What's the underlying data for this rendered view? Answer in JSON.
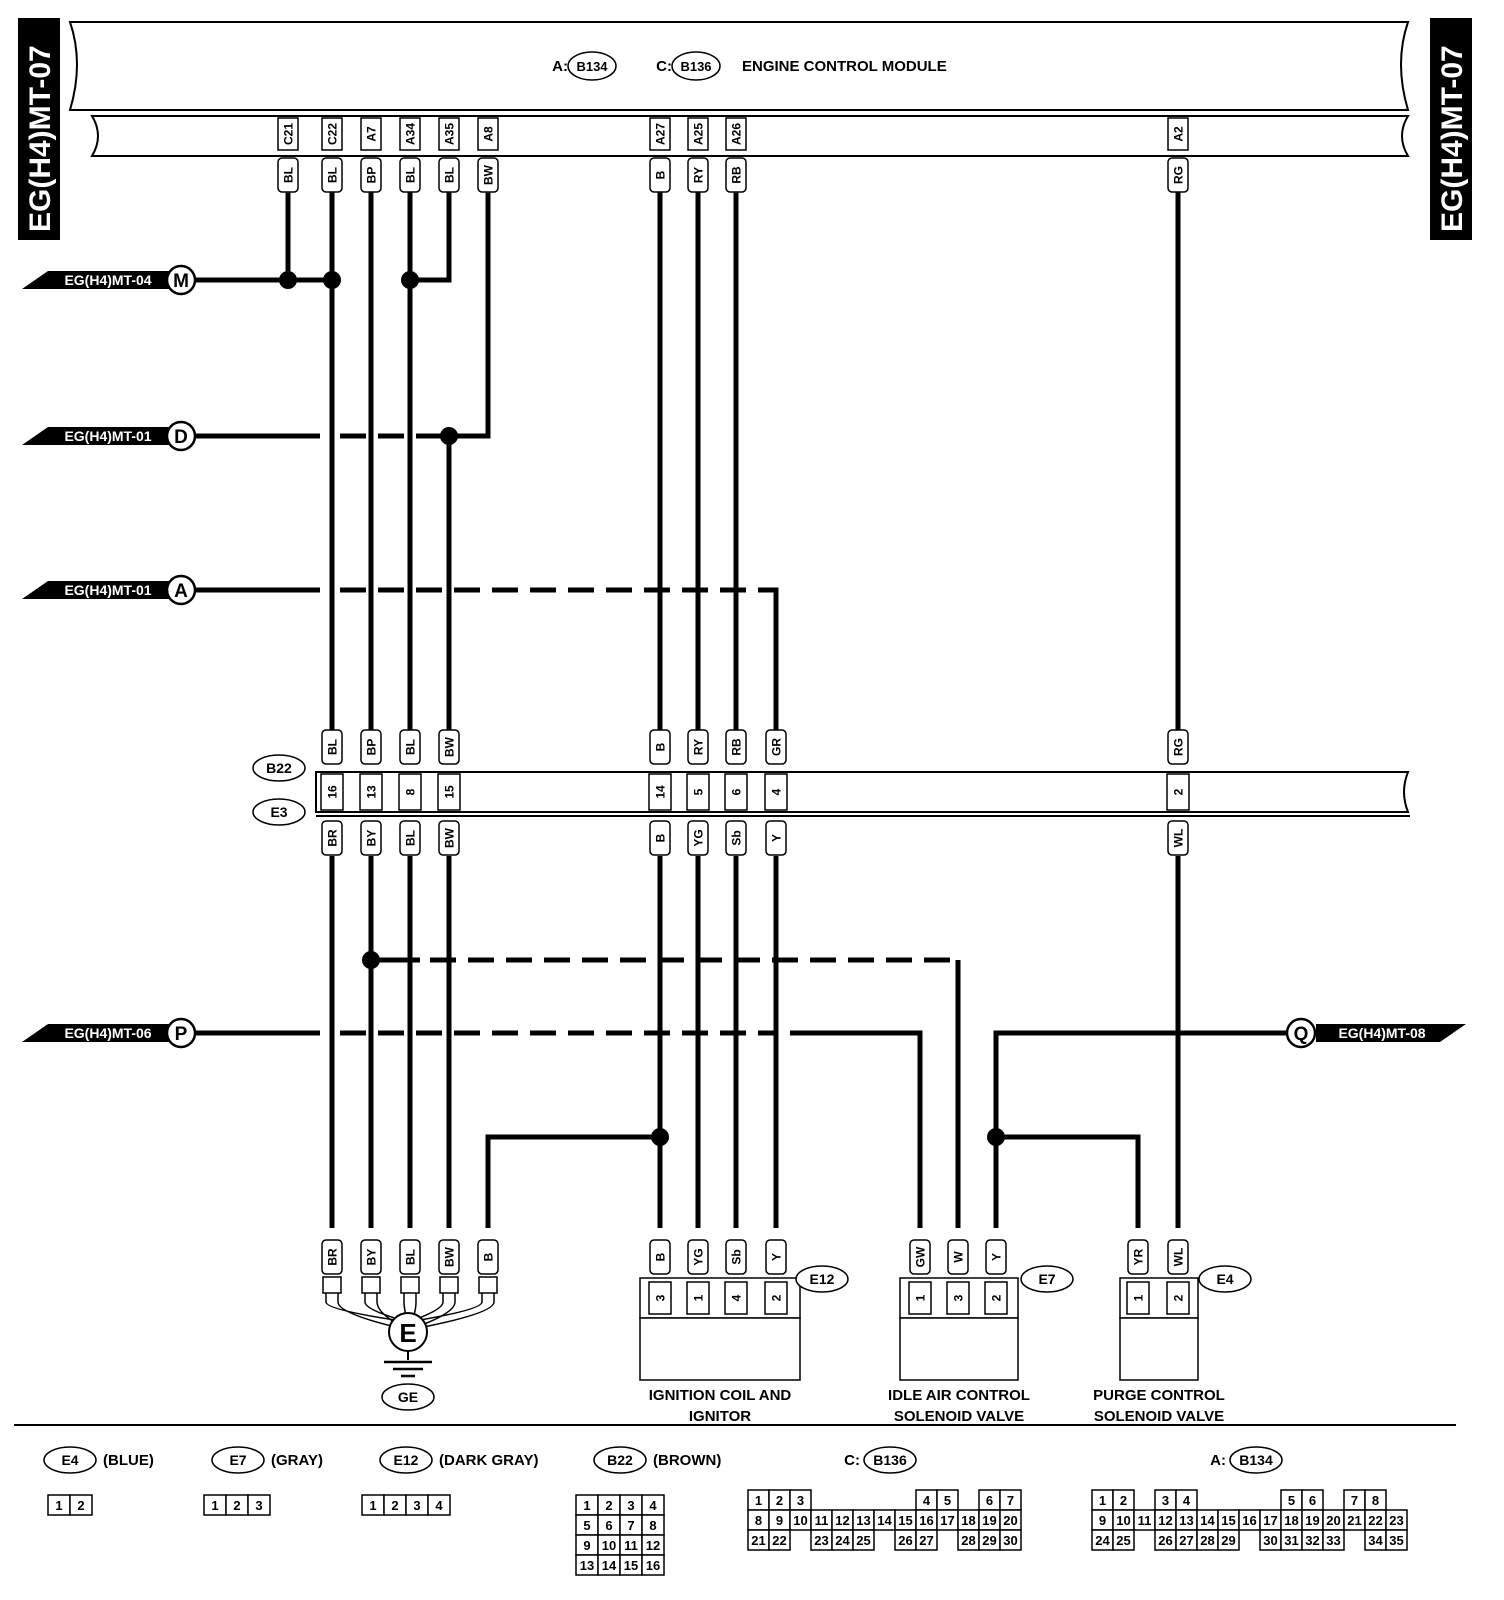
{
  "page_code": "EG(H4)MT-07",
  "ecm": {
    "prefix_a": "A:",
    "conn_a": "B134",
    "prefix_c": "C:",
    "conn_c": "B136",
    "title": "ENGINE CONTROL MODULE"
  },
  "ecm_pins": [
    {
      "pin": "C21",
      "wire": "BL"
    },
    {
      "pin": "C22",
      "wire": "BL"
    },
    {
      "pin": "A7",
      "wire": "BP"
    },
    {
      "pin": "A34",
      "wire": "BL"
    },
    {
      "pin": "A35",
      "wire": "BL"
    },
    {
      "pin": "A8",
      "wire": "BW"
    },
    {
      "pin": "A27",
      "wire": "B"
    },
    {
      "pin": "A25",
      "wire": "RY"
    },
    {
      "pin": "A26",
      "wire": "RB"
    },
    {
      "pin": "A2",
      "wire": "RG"
    }
  ],
  "refs": [
    {
      "code": "EG(H4)MT-04",
      "letter": "M"
    },
    {
      "code": "EG(H4)MT-01",
      "letter": "D"
    },
    {
      "code": "EG(H4)MT-01",
      "letter": "A"
    },
    {
      "code": "EG(H4)MT-06",
      "letter": "P"
    },
    {
      "code": "EG(H4)MT-08",
      "letter": "Q"
    }
  ],
  "junction": {
    "upper": "B22",
    "lower": "E3",
    "pins": [
      {
        "top": "BL",
        "pin": "16",
        "bottom": "BR"
      },
      {
        "top": "BP",
        "pin": "13",
        "bottom": "BY"
      },
      {
        "top": "BL",
        "pin": "8",
        "bottom": "BL"
      },
      {
        "top": "BW",
        "pin": "15",
        "bottom": "BW"
      },
      {
        "top": "B",
        "pin": "14",
        "bottom": "B"
      },
      {
        "top": "RY",
        "pin": "5",
        "bottom": "YG"
      },
      {
        "top": "RB",
        "pin": "6",
        "bottom": "Sb"
      },
      {
        "top": "GR",
        "pin": "4",
        "bottom": "Y"
      },
      {
        "top": "RG",
        "pin": "2",
        "bottom": "WL"
      }
    ]
  },
  "ground": {
    "wires": [
      "BR",
      "BY",
      "BL",
      "BW",
      "B"
    ],
    "letter": "E",
    "label": "GE"
  },
  "components": [
    {
      "conn": "E12",
      "wires": [
        "B",
        "YG",
        "Sb",
        "Y"
      ],
      "pins": [
        "3",
        "1",
        "4",
        "2"
      ],
      "name1": "IGNITION COIL AND",
      "name2": "IGNITOR"
    },
    {
      "conn": "E7",
      "wires": [
        "GW",
        "W",
        "Y"
      ],
      "pins": [
        "1",
        "3",
        "2"
      ],
      "name1": "IDLE AIR CONTROL",
      "name2": "SOLENOID VALVE"
    },
    {
      "conn": "E4",
      "wires": [
        "YR",
        "WL"
      ],
      "pins": [
        "1",
        "2"
      ],
      "name1": "PURGE CONTROL",
      "name2": "SOLENOID VALVE"
    }
  ],
  "legend": [
    {
      "conn": "E4",
      "color": "(BLUE)",
      "rows": [
        [
          "1",
          "2"
        ]
      ]
    },
    {
      "conn": "E7",
      "color": "(GRAY)",
      "rows": [
        [
          "1",
          "2",
          "3"
        ]
      ]
    },
    {
      "conn": "E12",
      "color": "(DARK GRAY)",
      "rows": [
        [
          "1",
          "2",
          "3",
          "4"
        ]
      ]
    },
    {
      "conn": "B22",
      "color": "(BROWN)",
      "rows": [
        [
          "1",
          "2",
          "3",
          "4"
        ],
        [
          "5",
          "6",
          "7",
          "8"
        ],
        [
          "9",
          "10",
          "11",
          "12"
        ],
        [
          "13",
          "14",
          "15",
          "16"
        ]
      ]
    },
    {
      "prefix": "C:",
      "conn": "B136",
      "rows": [
        [
          "1",
          "2",
          "3",
          "",
          "",
          "",
          "",
          "",
          "4",
          "5",
          "",
          "6",
          "7"
        ],
        [
          "8",
          "9",
          "10",
          "11",
          "12",
          "13",
          "14",
          "15",
          "16",
          "17",
          "18",
          "19",
          "20"
        ],
        [
          "21",
          "22",
          "",
          "23",
          "24",
          "25",
          "",
          "26",
          "27",
          "",
          "28",
          "29",
          "30"
        ]
      ]
    },
    {
      "prefix": "A:",
      "conn": "B134",
      "rows": [
        [
          "1",
          "2",
          "",
          "3",
          "4",
          "",
          "",
          "",
          "",
          "5",
          "6",
          "",
          "7",
          "8"
        ],
        [
          "9",
          "10",
          "11",
          "12",
          "13",
          "14",
          "15",
          "16",
          "17",
          "18",
          "19",
          "20",
          "21",
          "22",
          "23"
        ],
        [
          "24",
          "25",
          "",
          "26",
          "27",
          "28",
          "29",
          "",
          "30",
          "31",
          "32",
          "33",
          "",
          "34",
          "35"
        ]
      ]
    }
  ]
}
